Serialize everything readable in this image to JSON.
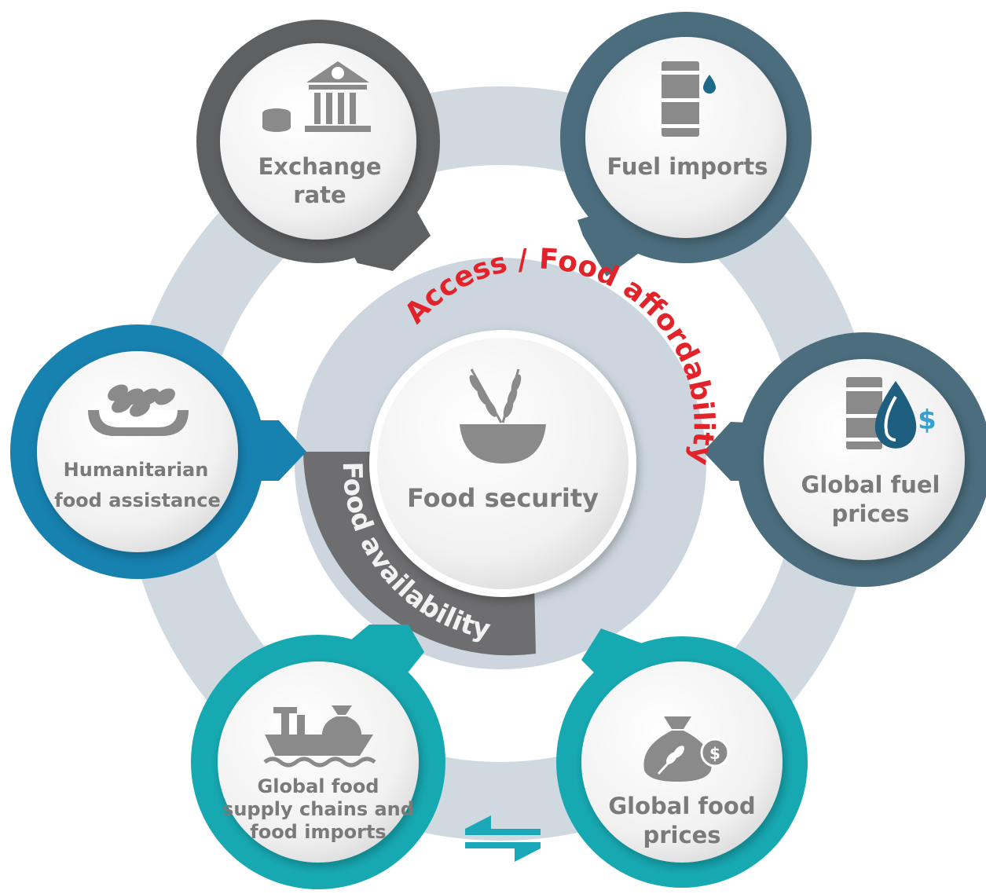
{
  "center": {
    "label": "Food security",
    "icon": "grain-bowl-icon"
  },
  "arcs": {
    "access": "Access / Food affordability",
    "availability": "Food availability"
  },
  "nodes": {
    "exchange_rate": {
      "line1": "Exchange",
      "line2": "rate",
      "icon": "bank-coins-icon",
      "ring_color": "#5f6062"
    },
    "fuel_imports": {
      "line1": "Fuel imports",
      "icon": "fuel-barrel-icon",
      "ring_color": "#4b6d7d"
    },
    "global_fuel_prices": {
      "line1": "Global fuel",
      "line2": "prices",
      "icon": "fuel-barrel-dollar-icon",
      "ring_color": "#4b6d7d"
    },
    "global_food_prices": {
      "line1": "Global food",
      "line2": "prices",
      "icon": "grain-sack-dollar-icon",
      "ring_color": "#17a9b2"
    },
    "supply_chains": {
      "line1": "Global food",
      "line2": "supply chains and",
      "line3": "food imports",
      "icon": "cargo-ship-icon",
      "ring_color": "#17a9b2"
    },
    "humanitarian": {
      "line1": "Humanitarian",
      "line2": "food assistance",
      "icon": "grain-basket-icon",
      "ring_color": "#1781b0"
    }
  },
  "colors": {
    "outer_ring": "#d0d8e0",
    "inner_disc": "#cdd6df",
    "availability_arc": "#6e6e70",
    "access_text": "#e3232a",
    "exchange_arrow": "#1ba8b8",
    "label_gray": "#7a7a7a",
    "icon_gray": "#8a8a8a"
  }
}
